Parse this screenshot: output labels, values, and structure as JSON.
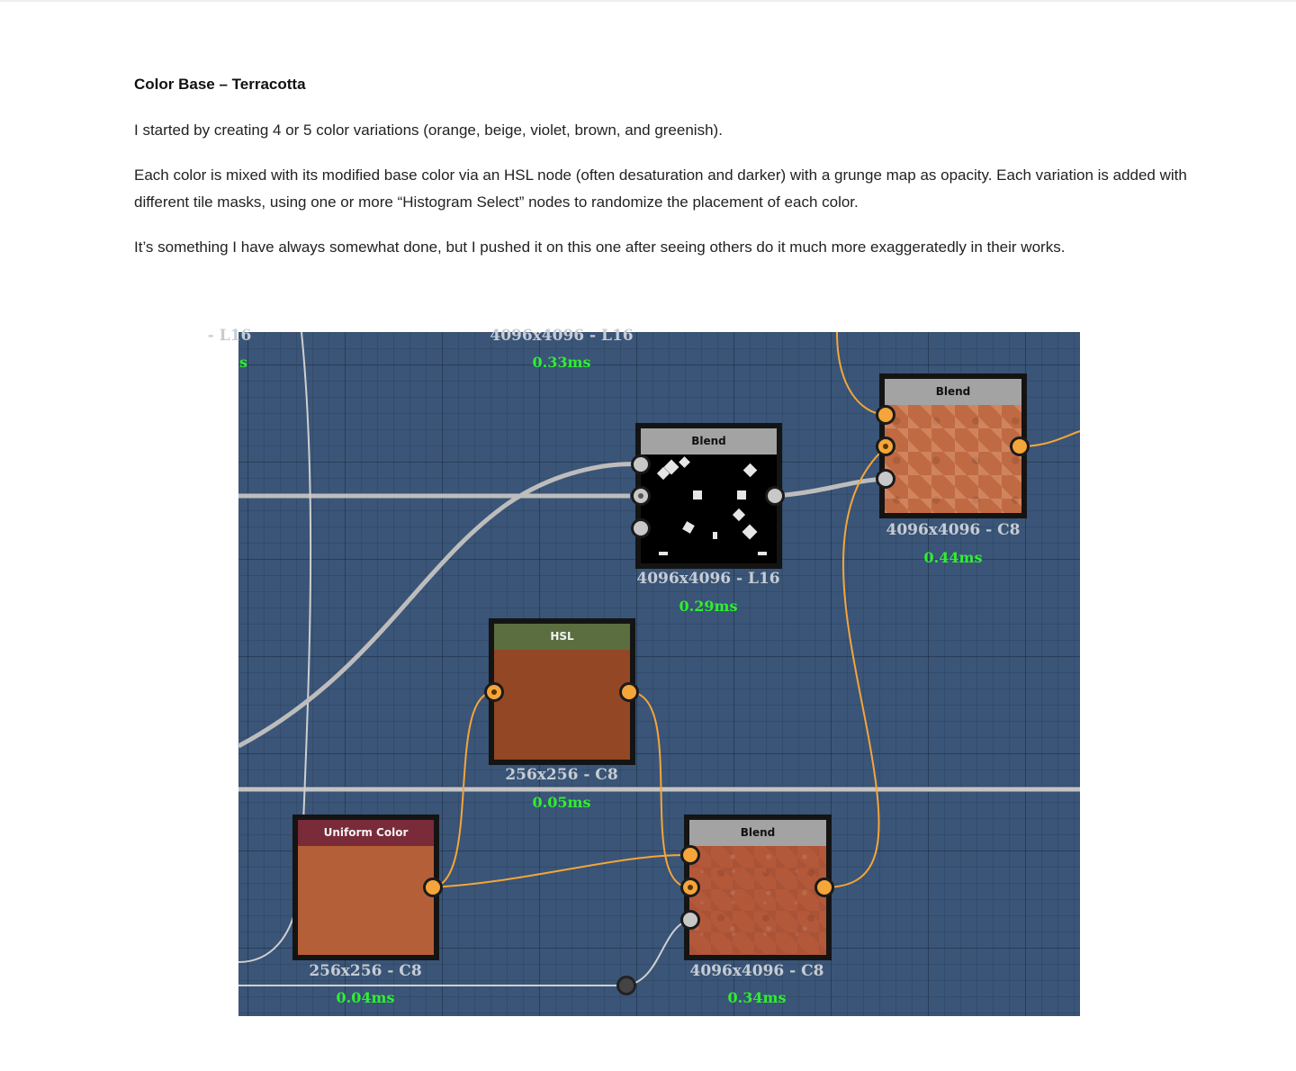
{
  "article": {
    "heading": "Color Base – Terracotta",
    "paragraphs": [
      "I started by creating 4 or 5 color variations (orange, beige, violet, brown, and greenish).",
      "Each color is mixed with its modified base color via an HSL node (often desaturation and darker) with a grunge map as opacity. Each variation is added with different tile masks, using one or more “Histogram Select” nodes to randomize the placement of each color.",
      "It’s something I have always somewhat done, but I pushed it on this one after seeing others do it much more exaggeratedly in their works."
    ]
  },
  "graph": {
    "colors": {
      "background": "#3a5577",
      "wire_orange": "#f5a53a",
      "wire_grey": "#bdbdbd",
      "time_green": "#2ef02e",
      "hsl_header": "#5a6e3f",
      "uniform_header": "#7a2b3a",
      "blend_header": "#a3a3a3"
    },
    "partial_labels": {
      "left_res": "- L16",
      "left_ms": "s",
      "top_res": "4096x4096 - L16",
      "top_ms": "0.33ms"
    },
    "nodes": {
      "blend_mask": {
        "title": "Blend",
        "resolution": "4096x4096 - L16",
        "time": "0.29ms"
      },
      "blend_top_right": {
        "title": "Blend",
        "resolution": "4096x4096 - C8",
        "time": "0.44ms"
      },
      "hsl": {
        "title": "HSL",
        "resolution": "256x256 - C8",
        "time": "0.05ms"
      },
      "uniform_color": {
        "title": "Uniform Color",
        "resolution": "256x256 - C8",
        "time": "0.04ms"
      },
      "blend_bottom": {
        "title": "Blend",
        "resolution": "4096x4096 - C8",
        "time": "0.34ms"
      }
    }
  }
}
